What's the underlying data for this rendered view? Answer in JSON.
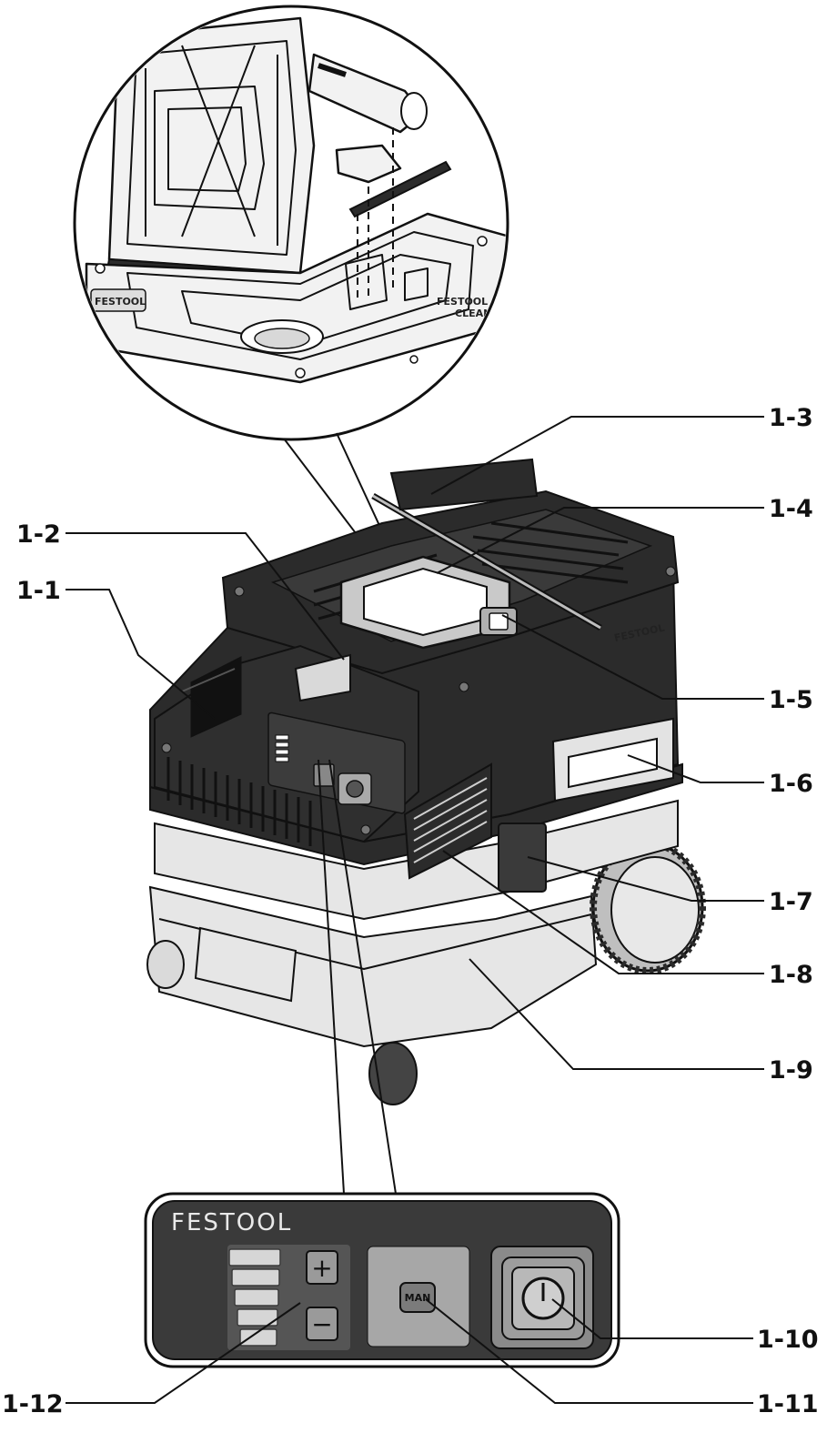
{
  "labels": {
    "l1_1": "1-1",
    "l1_2": "1-2",
    "l1_3": "1-3",
    "l1_4": "1-4",
    "l1_5": "1-5",
    "l1_6": "1-6",
    "l1_7": "1-7",
    "l1_8": "1-8",
    "l1_9": "1-9",
    "l1_10": "1-10",
    "l1_11": "1-11",
    "l1_12": "1-12"
  },
  "panel": {
    "brand": "FESTOOL",
    "man_button": "MAN",
    "plus_glyph": "+",
    "minus_glyph": "−"
  },
  "product_markings": {
    "housing_brand": "FESTOOL",
    "lid_brand": "FESTOOL",
    "lid_model": "CLEANTEC"
  }
}
